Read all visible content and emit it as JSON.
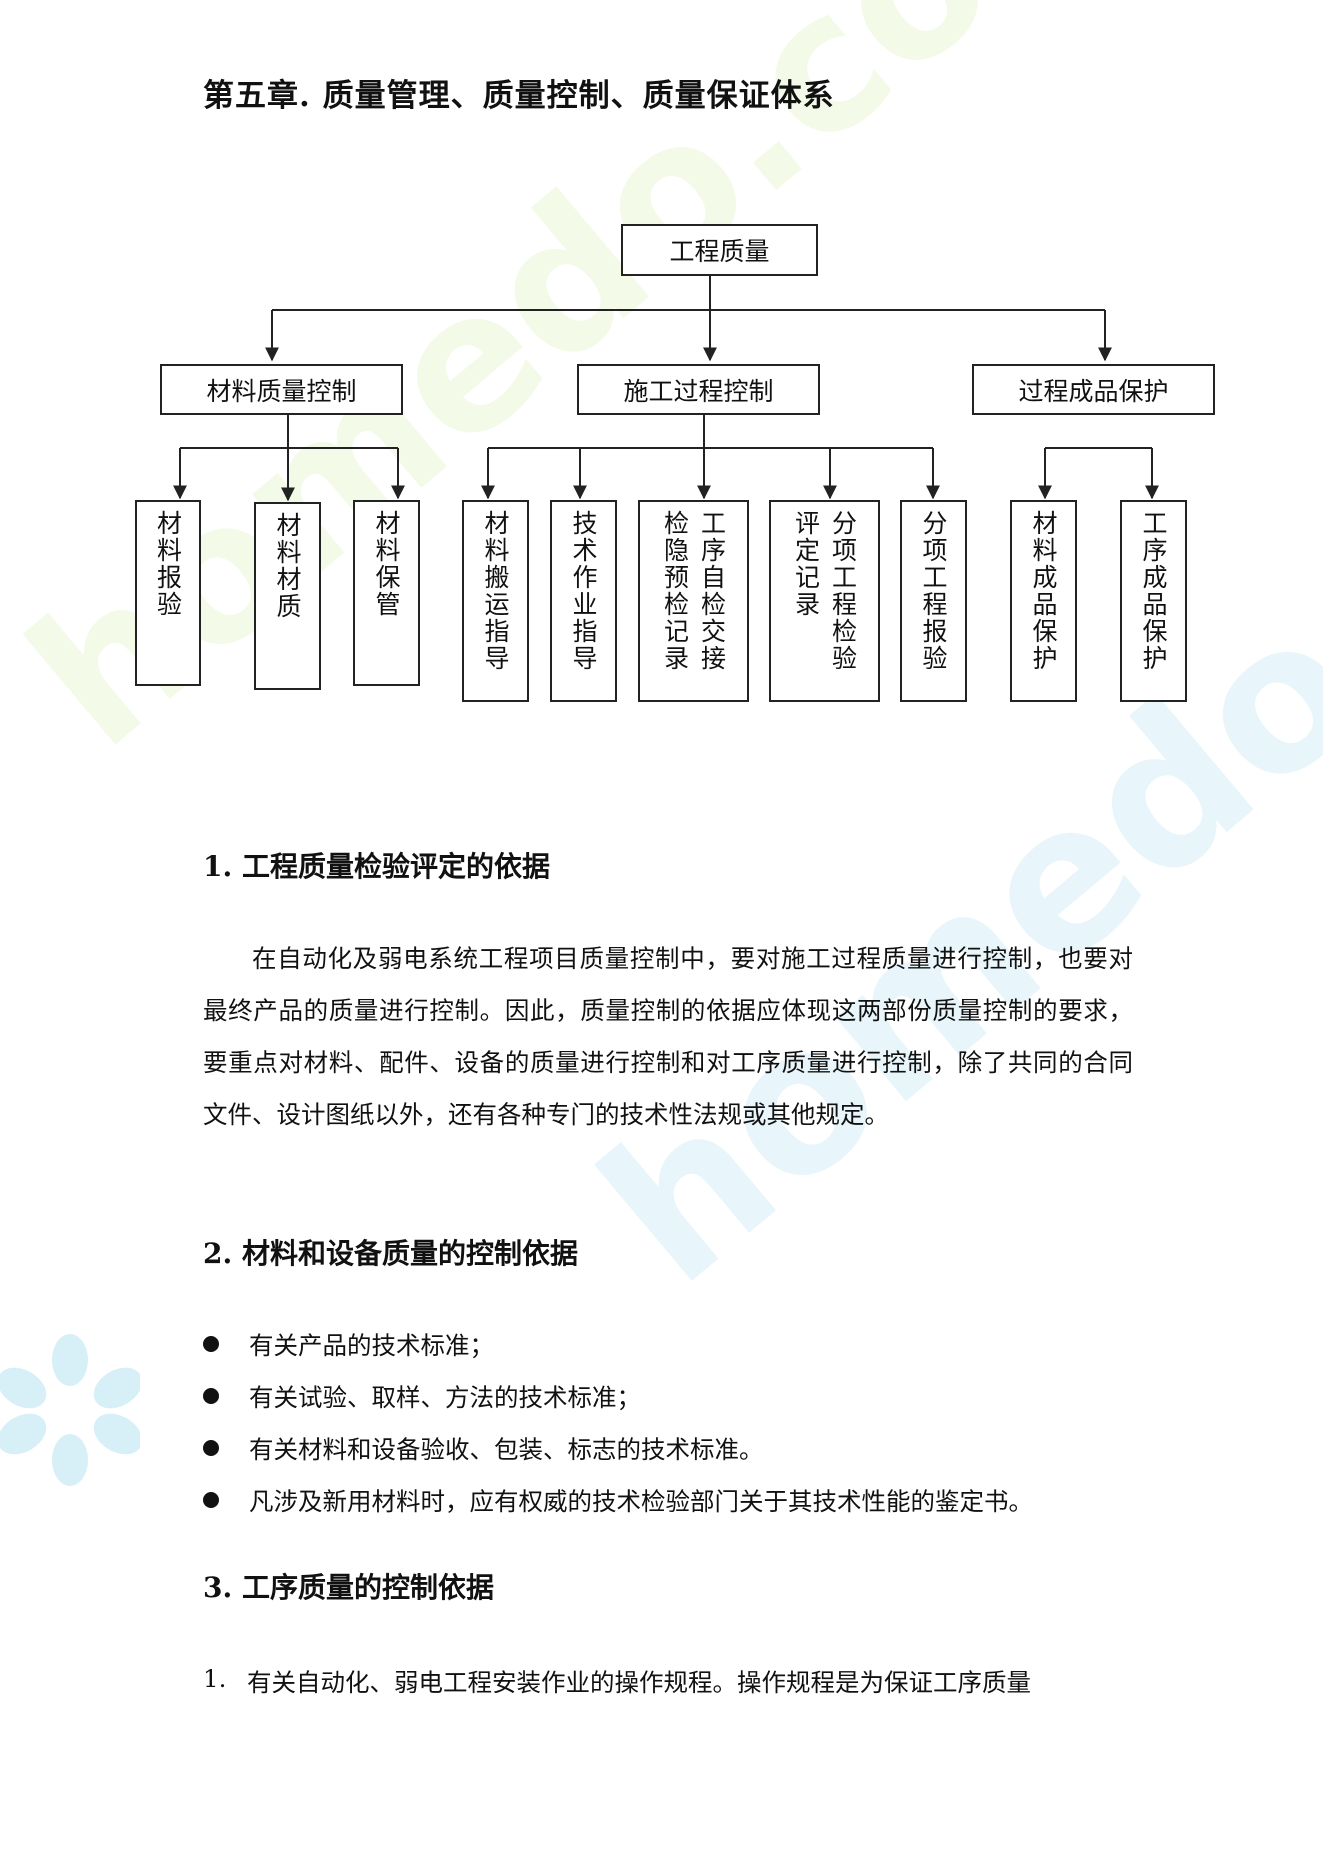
{
  "chapter_title": "第五章.  质量管理、质量控制、质量保证体系",
  "diagram": {
    "root": "工程质量",
    "branches": [
      {
        "title": "材料质量控制",
        "leaves": [
          [
            "材料报验"
          ],
          [
            "材料材质"
          ],
          [
            "材料保管"
          ]
        ]
      },
      {
        "title": "施工过程控制",
        "leaves": [
          [
            "材料搬运指导"
          ],
          [
            "技术作业指导"
          ],
          [
            "工序自检交接",
            "检隐预检记录"
          ],
          [
            "分项工程检验",
            "评定记录"
          ],
          [
            "分项工程报验"
          ]
        ]
      },
      {
        "title": "过程成品保护",
        "leaves": [
          [
            "材料成品保护"
          ],
          [
            "工序成品保护"
          ]
        ]
      }
    ]
  },
  "sections": [
    {
      "title": "1. 工程质量检验评定的依据",
      "paragraph": "在自动化及弱电系统工程项目质量控制中，要对施工过程质量进行控制，也要对最终产品的质量进行控制。因此，质量控制的依据应体现这两部份质量控制的要求，要重点对材料、配件、设备的质量进行控制和对工序质量进行控制，除了共同的合同文件、设计图纸以外，还有各种专门的技术性法规或其他规定。"
    },
    {
      "title": "2. 材料和设备质量的控制依据",
      "bullets": [
        "有关产品的技术标准；",
        "有关试验、取样、方法的技术标准；",
        "有关材料和设备验收、包装、标志的技术标准。",
        "凡涉及新用材料时，应有权威的技术检验部门关于其技术性能的鉴定书。"
      ]
    },
    {
      "title": "3. 工序质量的控制依据",
      "numbered": [
        {
          "num": "1.",
          "text": "有关自动化、弱电工程安装作业的操作规程。操作规程是为保证工序质量"
        }
      ]
    }
  ],
  "watermark": "homedo.com"
}
